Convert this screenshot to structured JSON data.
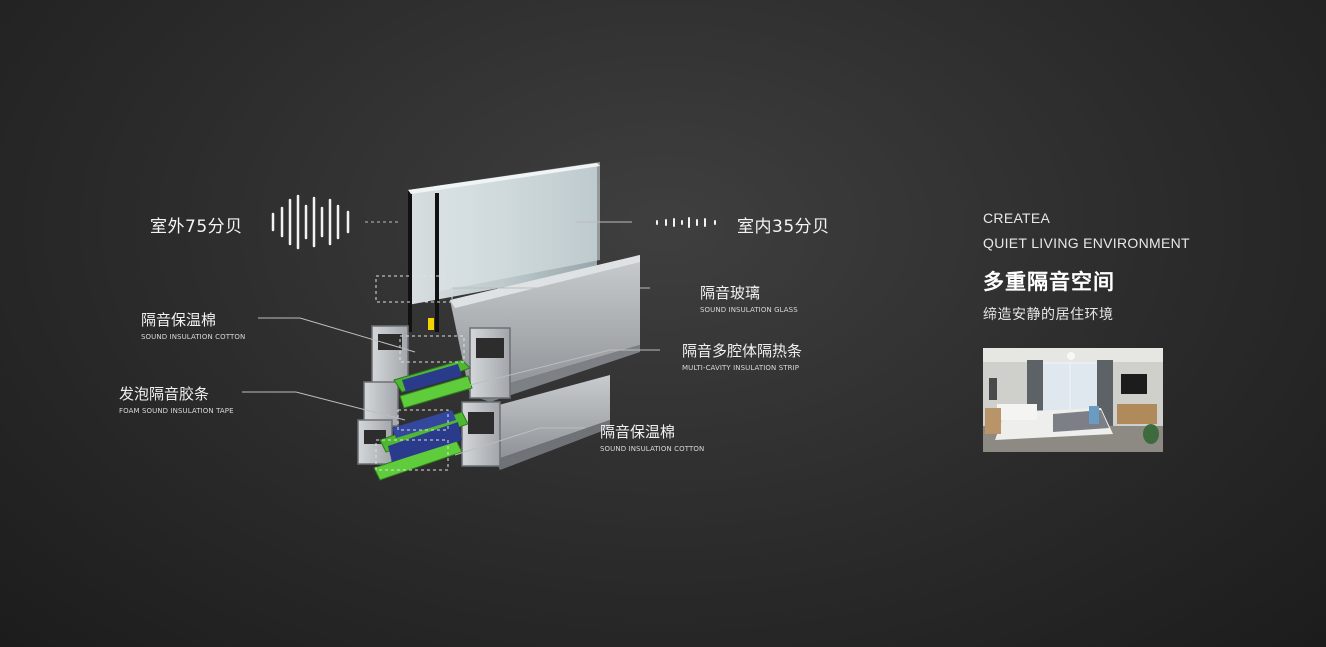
{
  "sound": {
    "outside_label": "室外75分贝",
    "inside_label": "室内35分贝"
  },
  "callouts": {
    "glass": {
      "cn": "隔音玻璃",
      "en": "SOUND INSULATION GLASS"
    },
    "cotton_top": {
      "cn": "隔音保温棉",
      "en": "SOUND INSULATION COTTON"
    },
    "strip": {
      "cn": "隔音多腔体隔热条",
      "en": "MULTI-CAVITY INSULATION STRIP"
    },
    "foam": {
      "cn": "发泡隔音胶条",
      "en": "FOAM SOUND INSULATION TAPE"
    },
    "cotton_bottom": {
      "cn": "隔音保温棉",
      "en": "SOUND INSULATION COTTON"
    }
  },
  "panel": {
    "brand_line1": "CREATEA",
    "brand_line2": "QUIET LIVING ENVIRONMENT",
    "headline": "多重隔音空间",
    "subline": "缔造安静的居住环境"
  },
  "colors": {
    "insulation_green": "#4fb832",
    "cotton_blue": "#2a3b8c",
    "aluminum": "#b9bcbf"
  },
  "icons": [
    "loud-sound-wave-icon",
    "quiet-sound-wave-icon"
  ]
}
